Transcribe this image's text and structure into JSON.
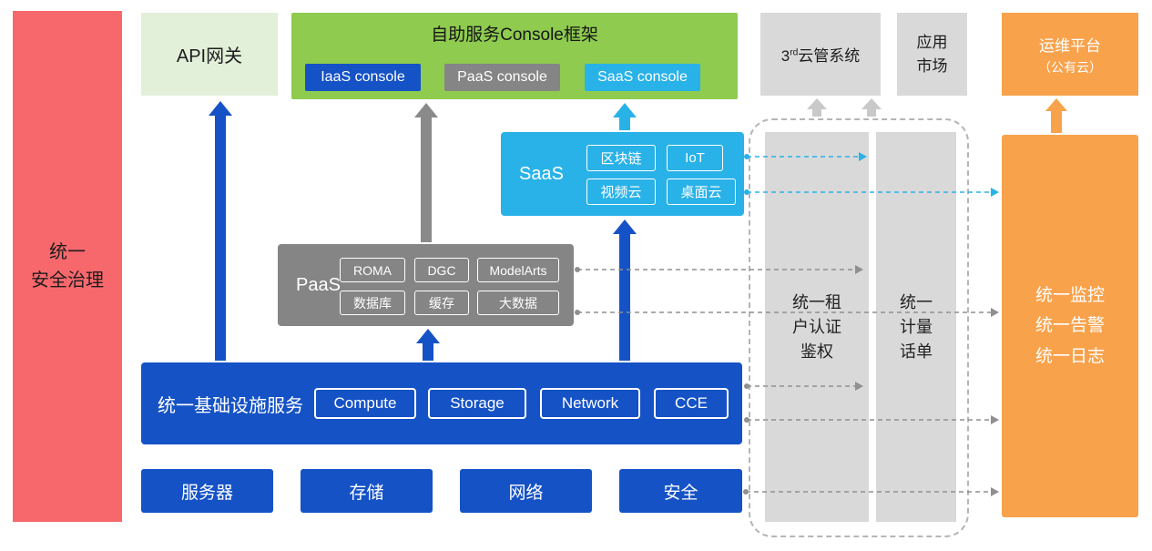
{
  "palette": {
    "red": "#f7686d",
    "blue": "#1552c6",
    "cyan": "#29b2e8",
    "green": "#8ecb4f",
    "green_light": "#e2efd9",
    "gray": "#858585",
    "gray_light": "#d9d9d9",
    "orange": "#f8a24b"
  },
  "security_panel": {
    "label": "统一\n安全治理"
  },
  "api_gateway": {
    "label": "API网关"
  },
  "console_framework": {
    "title": "自助服务Console框架",
    "consoles": [
      "IaaS console",
      "PaaS console",
      "SaaS console"
    ]
  },
  "third_party_cloud": {
    "num": "3",
    "sup": "rd",
    "text": "云管系统"
  },
  "app_market": {
    "label": "应用\n市场"
  },
  "ops_platform": {
    "line1": "运维平台",
    "line2": "（公有云）"
  },
  "saas": {
    "label": "SaaS",
    "items": [
      "区块链",
      "IoT",
      "视频云",
      "桌面云"
    ]
  },
  "paas": {
    "label": "PaaS",
    "items": [
      "ROMA",
      "DGC",
      "ModelArts",
      "数据库",
      "缓存",
      "大数据"
    ]
  },
  "infrastructure": {
    "label": "统一基础设施服务",
    "items": [
      "Compute",
      "Storage",
      "Network",
      "CCE"
    ]
  },
  "hardware": {
    "items": [
      "服务器",
      "存储",
      "网络",
      "安全"
    ]
  },
  "pipeline": {
    "tenant_auth": "统一租\n户认证\n鉴权",
    "metering": "统一\n计量\n话单"
  },
  "monitoring": {
    "label": "统一监控\n统一告警\n统一日志"
  }
}
